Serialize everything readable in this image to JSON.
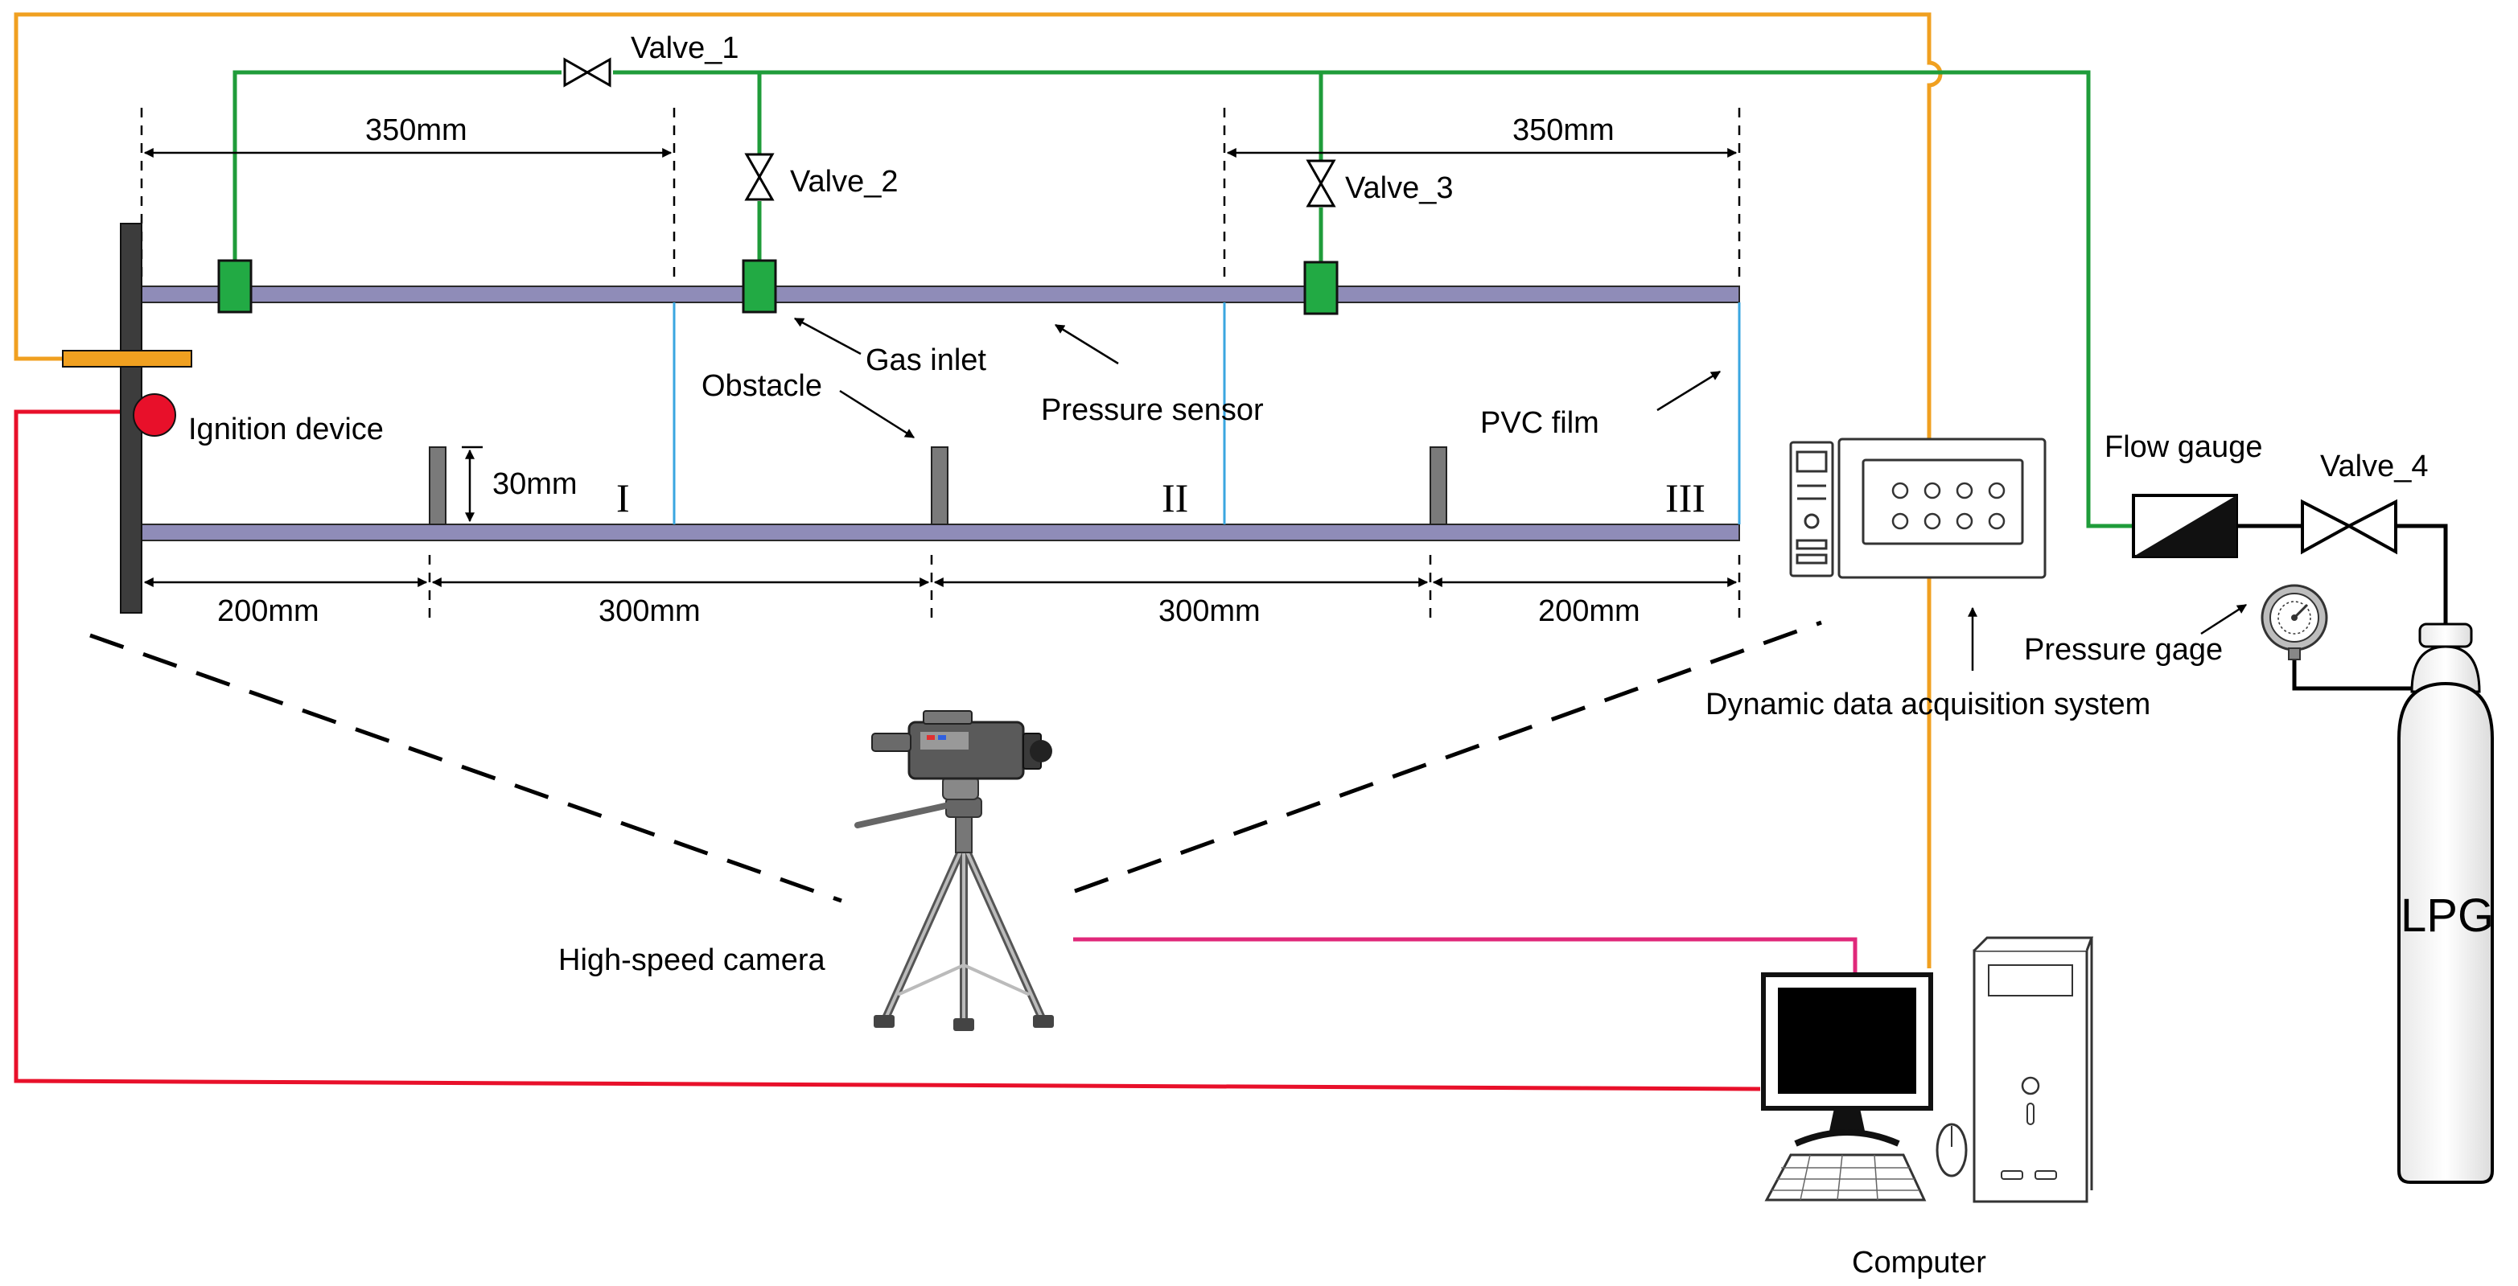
{
  "labels": {
    "valve_1": "Valve_1",
    "valve_2": "Valve_2",
    "valve_3": "Valve_3",
    "valve_4": "Valve_4",
    "gas_inlet": "Gas inlet",
    "pressure_sensor": "Pressure sensor",
    "obstacle": "Obstacle",
    "pvc_film": "PVC film",
    "ignition_device": "Ignition device",
    "flow_gauge": "Flow gauge",
    "pressure_gage": "Pressure gage",
    "daq": "Dynamic data acquisition system",
    "camera": "High-speed camera",
    "computer": "Computer",
    "lpg": "LPG"
  },
  "dimensions": {
    "top_left": "350mm",
    "top_right": "350mm",
    "obstacle_height": "30mm",
    "bottom_1": "200mm",
    "bottom_2": "300mm",
    "bottom_3": "300mm",
    "bottom_4": "200mm"
  },
  "sections": {
    "s1": "I",
    "s2": "II",
    "s3": "III"
  },
  "colors": {
    "gas_line": "#1f9c3a",
    "signal_line": "#f0a020",
    "ignition_line": "#e8102a",
    "camera_line": "#e0287a",
    "pipe": "#8f8cb8",
    "sensor": "#22aa44",
    "film": "#3aa6e0"
  }
}
